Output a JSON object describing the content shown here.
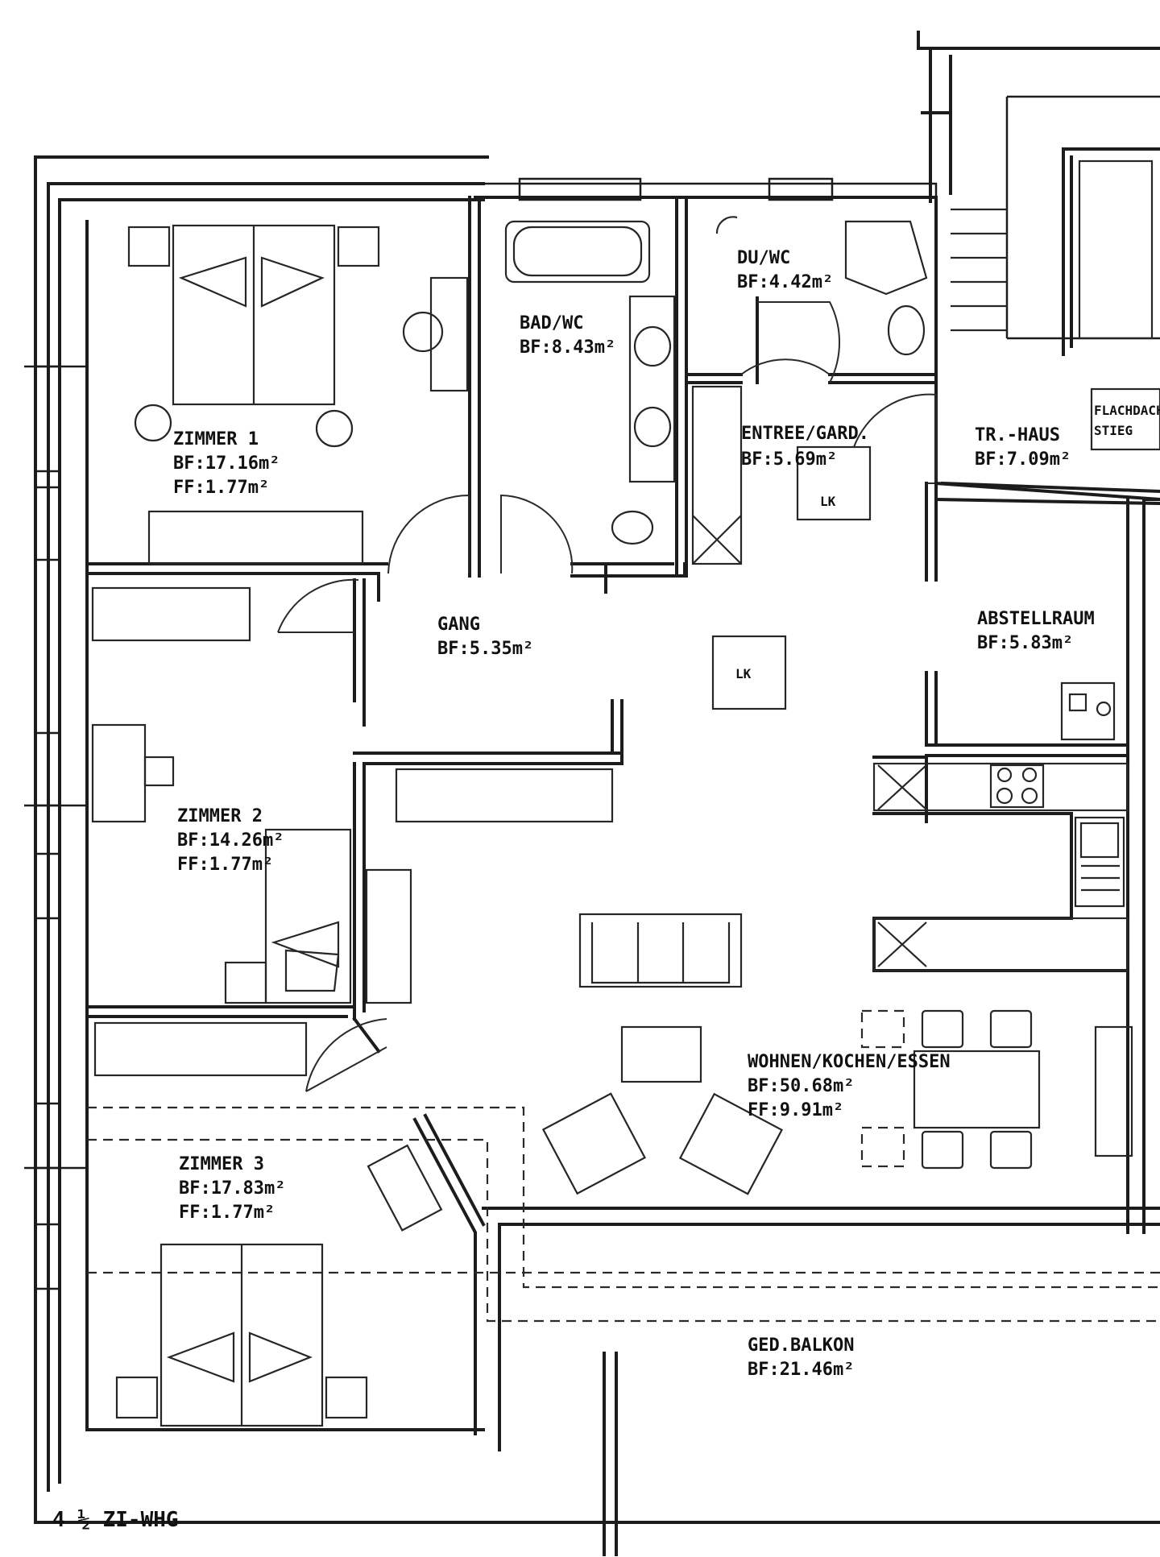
{
  "rooms": {
    "zimmer1": {
      "name": "ZIMMER 1",
      "bf": "BF:17.16m²",
      "ff": "FF:1.77m²"
    },
    "bad": {
      "name": "BAD/WC",
      "bf": "BF:8.43m²"
    },
    "du": {
      "name": "DU/WC",
      "bf": "BF:4.42m²"
    },
    "entree": {
      "name": "ENTREE/GARD.",
      "bf": "BF:5.69m²"
    },
    "trhaus": {
      "name": "TR.-HAUS",
      "bf": "BF:7.09m²"
    },
    "flachdach": {
      "line1": "FLACHDACH",
      "line2": "STIEG"
    },
    "gang": {
      "name": "GANG",
      "bf": "BF:5.35m²"
    },
    "abstellraum": {
      "name": "ABSTELLRAUM",
      "bf": "BF:5.83m²"
    },
    "zimmer2": {
      "name": "ZIMMER 2",
      "bf": "BF:14.26m²",
      "ff": "FF:1.77m²"
    },
    "wohnen": {
      "name": "WOHNEN/KOCHEN/ESSEN",
      "bf": "BF:50.68m²",
      "ff": "FF:9.91m²"
    },
    "zimmer3": {
      "name": "ZIMMER 3",
      "bf": "BF:17.83m²",
      "ff": "FF:1.77m²"
    },
    "balkon": {
      "name": "GED.BALKON",
      "bf": "BF:21.46m²"
    }
  },
  "fixtures": {
    "lk1": "LK",
    "lk2": "LK"
  },
  "caption": "4 ½ ZI-WHG"
}
